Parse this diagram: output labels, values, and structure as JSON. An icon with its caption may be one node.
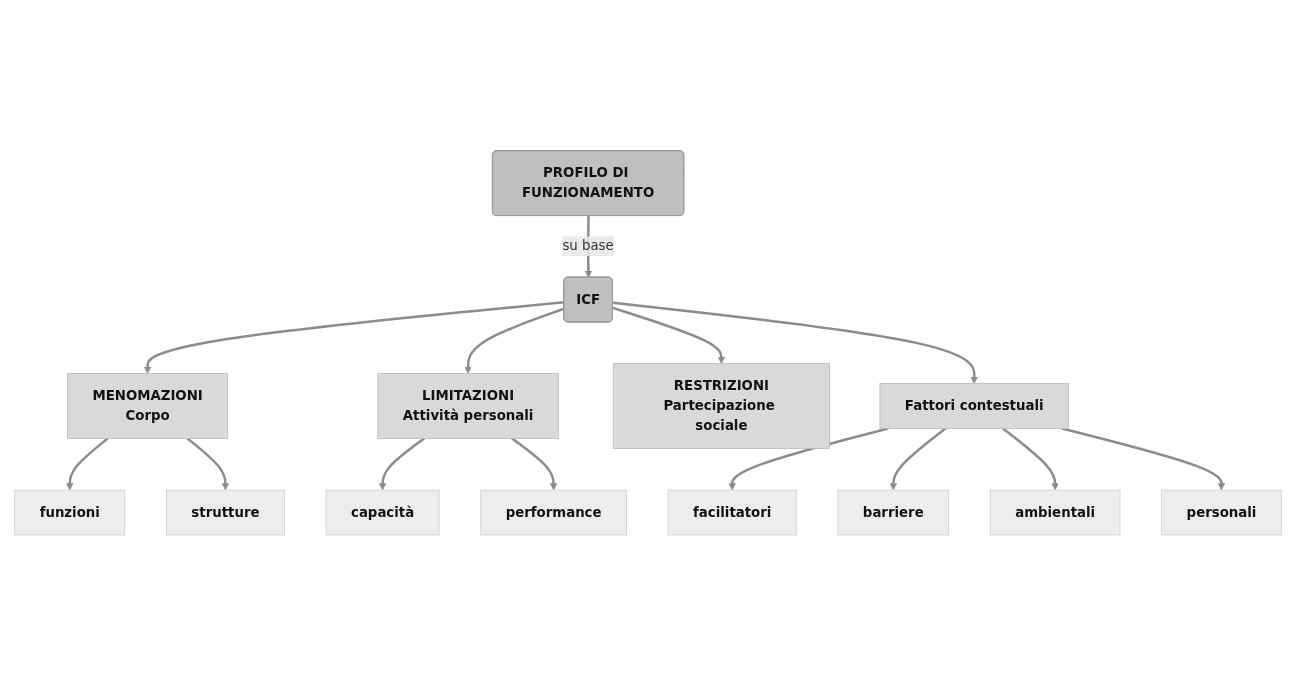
{
  "diagram": {
    "nodes": [
      {
        "text": [
          "PROFILO DI FUNZIONAMENTO"
        ]
      },
      {
        "text": [
          "ICF"
        ]
      },
      {
        "text": [
          "MENOMAZIONI",
          "Corpo"
        ]
      },
      {
        "text": [
          "funzioni"
        ]
      },
      {
        "text": [
          "strutture"
        ]
      },
      {
        "text": [
          "LIMITAZIONI",
          "Attività personali"
        ]
      },
      {
        "text": [
          "capacità"
        ]
      },
      {
        "text": [
          "performance"
        ]
      },
      {
        "text": [
          "RESTRIZIONI",
          "Partecipazione sociale"
        ]
      },
      {
        "text": [
          "Fattori contestuali"
        ]
      },
      {
        "text": [
          "facilitatori"
        ]
      },
      {
        "text": [
          "barriere"
        ]
      },
      {
        "text": [
          "ambientali"
        ]
      },
      {
        "text": [
          "personali"
        ]
      }
    ],
    "edges": [
      {
        "from": 0,
        "to": 1,
        "arrow": "to",
        "label": "su base"
      },
      {
        "from": 1,
        "to": 2,
        "arrow": "to"
      },
      {
        "from": 1,
        "to": 5,
        "arrow": "to"
      },
      {
        "from": 1,
        "to": 8,
        "arrow": "to"
      },
      {
        "from": 1,
        "to": 9,
        "arrow": "to"
      },
      {
        "from": 2,
        "to": 3,
        "arrow": "to"
      },
      {
        "from": 2,
        "to": 4,
        "arrow": "to"
      },
      {
        "from": 5,
        "to": 6,
        "arrow": "to"
      },
      {
        "from": 5,
        "to": 7,
        "arrow": "to"
      },
      {
        "from": 9,
        "to": 10,
        "arrow": "to"
      },
      {
        "from": 9,
        "to": 11,
        "arrow": "to"
      },
      {
        "from": 9,
        "to": 12,
        "arrow": "to"
      },
      {
        "from": 9,
        "to": 13,
        "arrow": "to"
      }
    ]
  }
}
